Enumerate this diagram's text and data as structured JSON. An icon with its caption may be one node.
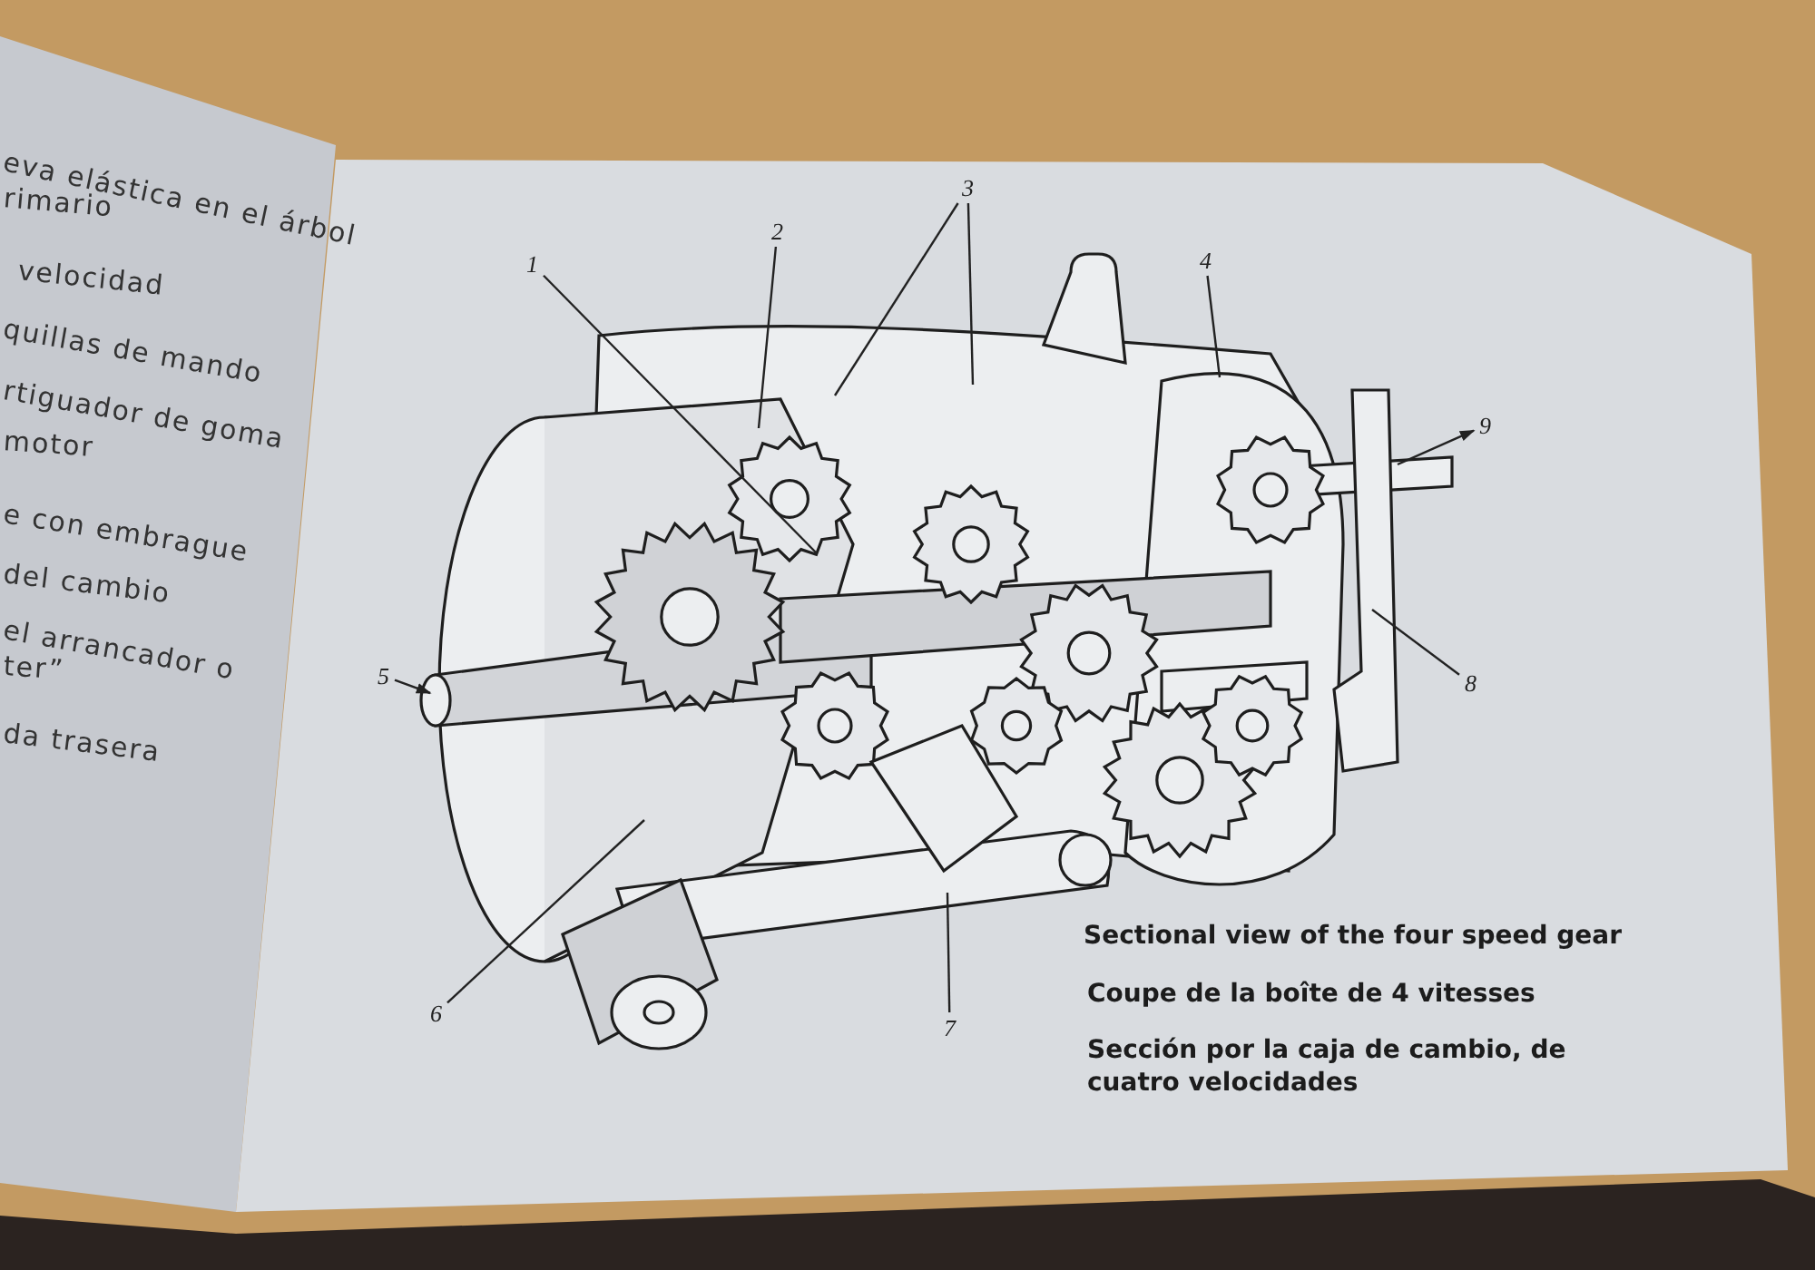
{
  "diagram": {
    "nodes": [
      {
        "text": [
          "1"
        ]
      },
      {
        "text": [
          "2"
        ]
      },
      {
        "text": [
          "3"
        ]
      },
      {
        "text": [
          "4"
        ]
      },
      {
        "text": [
          "5"
        ]
      },
      {
        "text": [
          "6"
        ]
      },
      {
        "text": [
          "7"
        ]
      },
      {
        "text": [
          "8"
        ]
      },
      {
        "text": [
          "9"
        ]
      }
    ],
    "edges": [
      {
        "from": 0,
        "to": null,
        "arrow": "none"
      },
      {
        "from": 1,
        "to": null,
        "arrow": "none"
      },
      {
        "from": 2,
        "to": null,
        "arrow": "none"
      },
      {
        "from": 2,
        "to": null,
        "arrow": "none"
      },
      {
        "from": 3,
        "to": null,
        "arrow": "none"
      },
      {
        "from": 4,
        "to": null,
        "arrow": "to"
      },
      {
        "from": null,
        "to": 8,
        "arrow": "to"
      },
      {
        "from": 7,
        "to": null,
        "arrow": "none"
      },
      {
        "from": 5,
        "to": null,
        "arrow": "none"
      },
      {
        "from": 6,
        "to": null,
        "arrow": "none"
      }
    ],
    "labels": [
      "eva elástica en el árbol",
      "rimario",
      "velocidad",
      "quillas de mando",
      "rtiguador de goma",
      "motor",
      "e con embrague",
      "del cambio",
      "el arrancador o",
      "ter”",
      "da trasera",
      "Sectional view of the four speed gear",
      "Coupe de la boîte de 4 vitesses",
      "Sección por la caja de cambio, de cuatro velocidades"
    ]
  }
}
